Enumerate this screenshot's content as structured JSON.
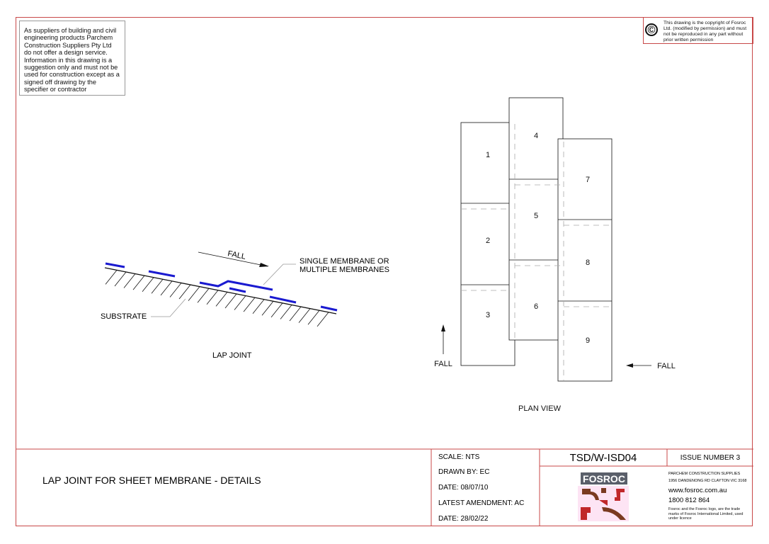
{
  "disclaimer": "As suppliers of building and civil engineering products Parchem Construction Suppliers Pty Ltd do not offer a design service. Information in this drawing is a suggestion only and must not be used for construction except as a signed off drawing by the specifier or contractor",
  "copyright": {
    "symbol": "©",
    "text": "This drawing is the copyright of Fosroc Ltd. (modified by permission) and must not be reproduced in any part without prior written permission"
  },
  "lap_joint": {
    "fall": "FALL",
    "membrane_label_1": "SINGLE MEMBRANE OR",
    "membrane_label_2": "MULTIPLE MEMBRANES",
    "substrate": "SUBSTRATE",
    "caption": "LAP JOINT"
  },
  "plan_view": {
    "sheets": [
      "1",
      "2",
      "3",
      "4",
      "5",
      "6",
      "7",
      "8",
      "9"
    ],
    "fall_left": "FALL",
    "fall_right": "FALL",
    "caption": "PLAN VIEW"
  },
  "title_block": {
    "title": "LAP JOINT FOR SHEET MEMBRANE - DETAILS",
    "scale": "SCALE: NTS",
    "drawn_by": "DRAWN BY: EC",
    "date": "DATE: 08/07/10",
    "amendment": "LATEST AMENDMENT: AC",
    "amend_date": "DATE: 28/02/22",
    "drawing_no": "TSD/W-ISD04",
    "issue": "ISSUE NUMBER 3",
    "logo_text": "FOSROC",
    "company": "PARCHEM CONSTRUCTION SUPPLIES",
    "address": "1956 DANDENONG RD CLAYTON VIC 3168",
    "website": "www.fosroc.com.au",
    "phone": "1800 812 864",
    "trademark": "Fosroc and the Fosroc logo, are the trade marks of Fosroc International Limited, used under licence"
  },
  "colors": {
    "border": "#c84848",
    "membrane": "#1a1ad0",
    "logo_red": "#c0282a",
    "logo_brown": "#7a3a20"
  }
}
